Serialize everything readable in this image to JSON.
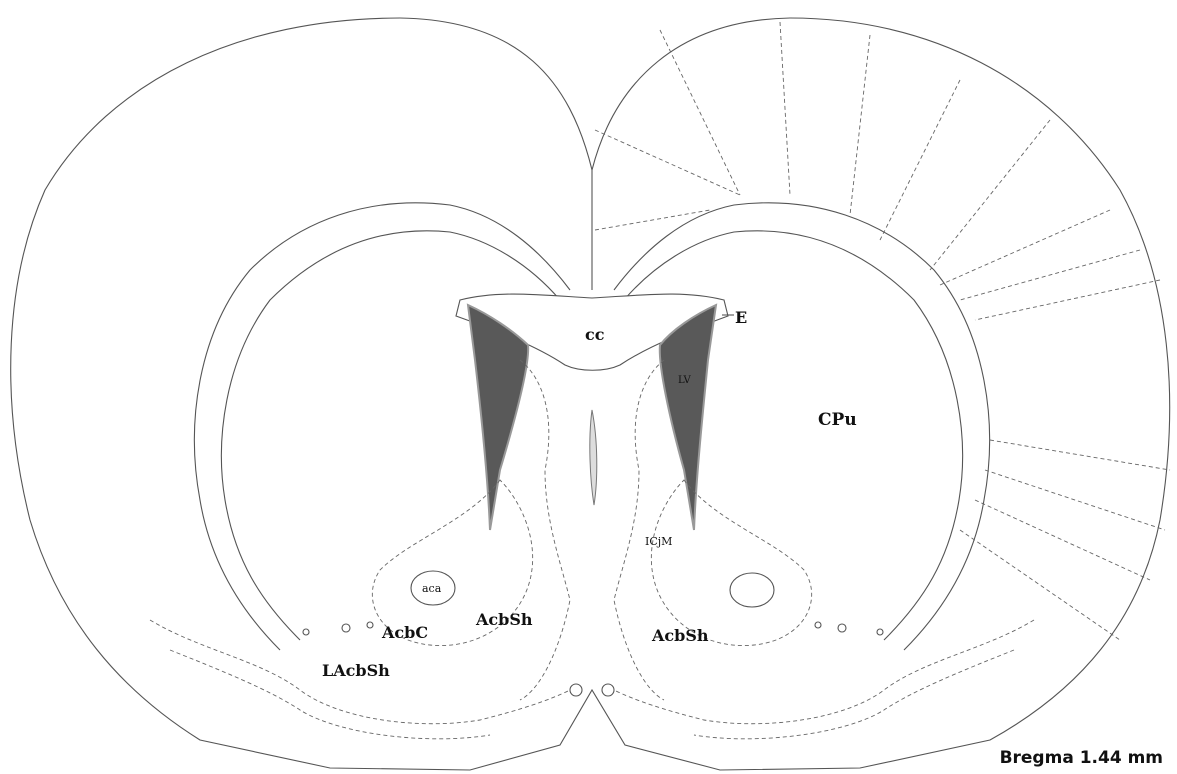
{
  "labels": {
    "cc": "cc",
    "E": "E",
    "LV": "LV",
    "CPu": "CPu",
    "ICjM": "ICjM",
    "aca": "aca",
    "AcbC": "AcbC",
    "AcbSh_left": "AcbSh",
    "AcbSh_right": "AcbSh",
    "LAcbSh": "LAcbSh"
  },
  "bregma": "Bregma 1.44 mm",
  "colors": {
    "background": "#ffffff",
    "outline": "#555555",
    "ventricle_fill": "#595959",
    "ventricle_edge": "#999999",
    "text": "#111111"
  }
}
